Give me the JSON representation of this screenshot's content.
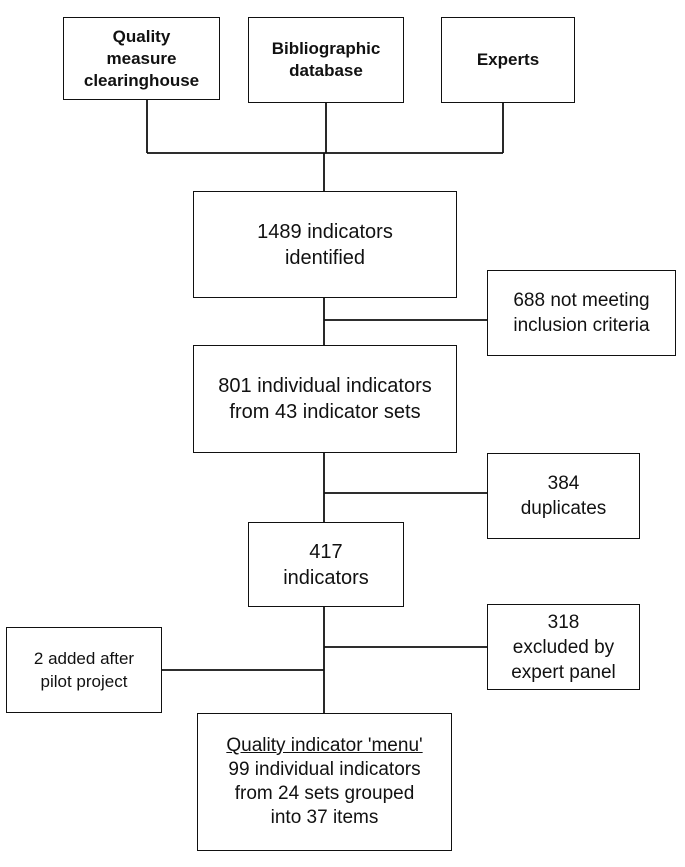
{
  "sources": [
    {
      "id": "clearinghouse",
      "label": "Quality\nmeasure\nclearinghouse"
    },
    {
      "id": "database",
      "label": "Bibliographic\ndatabase"
    },
    {
      "id": "experts",
      "label": "Experts"
    }
  ],
  "flow": {
    "identified": "1489 indicators\nidentified",
    "individual": "801 individual indicators\nfrom 43 indicator sets",
    "indicators417": "417\nindicators"
  },
  "exclusions": {
    "inclusion": "688 not meeting\ninclusion criteria",
    "duplicates": "384\nduplicates",
    "expert_panel": "318\nexcluded by\nexpert panel"
  },
  "additions": {
    "pilot": "2 added after\npilot project"
  },
  "final": {
    "title": "Quality indicator 'menu'",
    "body": "99 individual indicators\nfrom 24 sets grouped\ninto 37 items"
  }
}
